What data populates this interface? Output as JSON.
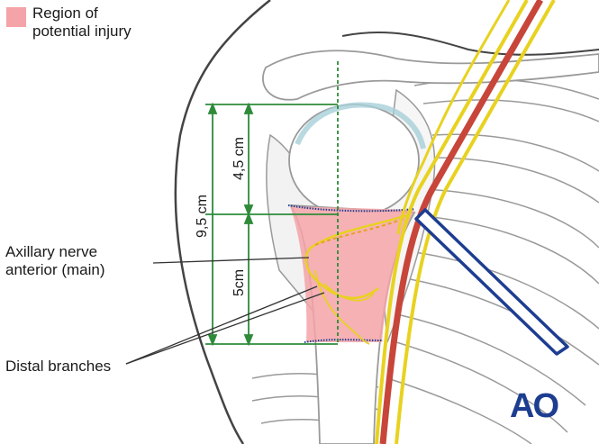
{
  "legend": {
    "label": "Region of\npotential injury",
    "swatch_color": "#f4a3a8"
  },
  "labels": {
    "axillary_nerve": "Axillary nerve\nanterior (main)",
    "distal_branches": "Distal branches"
  },
  "measurements": {
    "total": "9,5 cm",
    "upper": "4,5 cm",
    "lower": "5cm"
  },
  "logo": {
    "text": "AO",
    "color": "#1d3d91"
  },
  "colors": {
    "bone_outline": "#9a9a9a",
    "dimension": "#2e8b3a",
    "nerve": "#e8d21f",
    "artery": "#c8453a",
    "instrument": "#1d3d91",
    "injury_region": "#f4a3a8"
  }
}
